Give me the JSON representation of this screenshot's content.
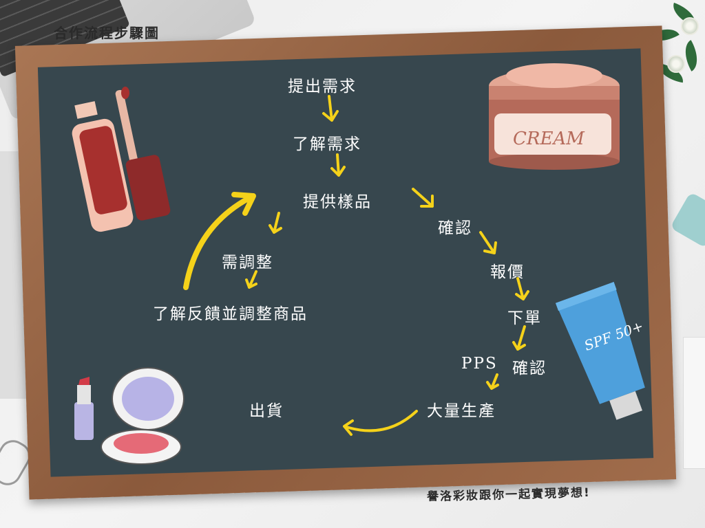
{
  "header": {
    "title": "合作流程步驟圖"
  },
  "footer": {
    "tagline": "譽洛彩妝跟你一起實現夢想!"
  },
  "steps": {
    "propose": "提出需求",
    "understand": "了解需求",
    "sample": "提供樣品",
    "confirm": "確認",
    "quote": "報價",
    "order": "下單",
    "pps": "PPS",
    "pps_confirm": "確認",
    "mass_production": "大量生產",
    "ship": "出貨",
    "adjust": "需調整",
    "feedback": "了解反饋並調整商品"
  },
  "illustrations": {
    "cream_label": "CREAM",
    "sunscreen_label": "SPF 50+"
  },
  "colors": {
    "board": "#37474e",
    "frame": "#8b5a3c",
    "arrow": "#f5d21a",
    "text": "#ffffff"
  }
}
